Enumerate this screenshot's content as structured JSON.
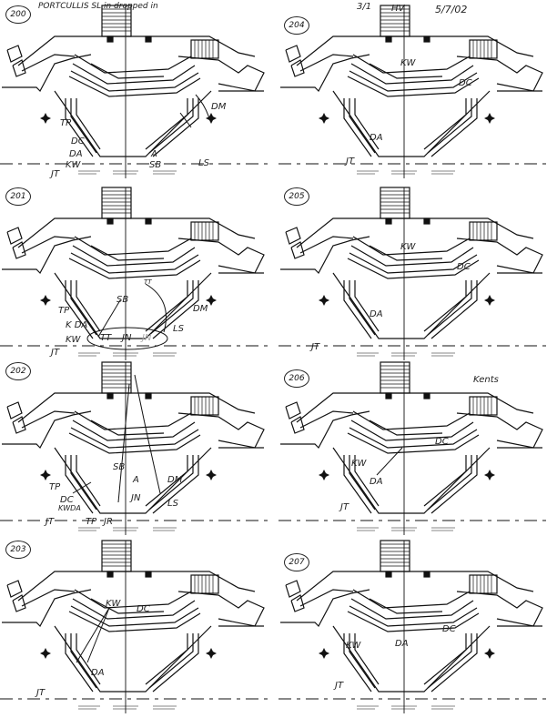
{
  "header": {
    "note": "PORTCULLIS SL in dropped in",
    "page": "3/1",
    "initials": "HV",
    "date": "5/7/02"
  },
  "panels": [
    {
      "number": "200",
      "labels": [
        "TP",
        "DC",
        "DA",
        "KW",
        "JT",
        "DM",
        "A",
        "SB",
        "LS"
      ]
    },
    {
      "number": "201",
      "labels": [
        "TP",
        "K DA",
        "KW",
        "JT",
        "SB",
        "TT",
        "JN",
        "JN",
        "LS",
        "DM",
        "TT"
      ]
    },
    {
      "number": "202",
      "labels": [
        "SB",
        "TP",
        "DC",
        "KWDA",
        "JT",
        "TP",
        "JR",
        "JN",
        "A",
        "DM",
        "LS"
      ]
    },
    {
      "number": "203",
      "labels": [
        "KW",
        "DC",
        "DA",
        "JT"
      ]
    },
    {
      "number": "204",
      "labels": [
        "KW",
        "DC",
        "DA",
        "JT"
      ]
    },
    {
      "number": "205",
      "labels": [
        "KW",
        "DC",
        "DA",
        "JT"
      ]
    },
    {
      "number": "206",
      "labels": [
        "Kents",
        "KW",
        "DC",
        "DA",
        "JT"
      ]
    },
    {
      "number": "207",
      "labels": [
        "KW",
        "DA",
        "DC",
        "JT"
      ]
    }
  ]
}
